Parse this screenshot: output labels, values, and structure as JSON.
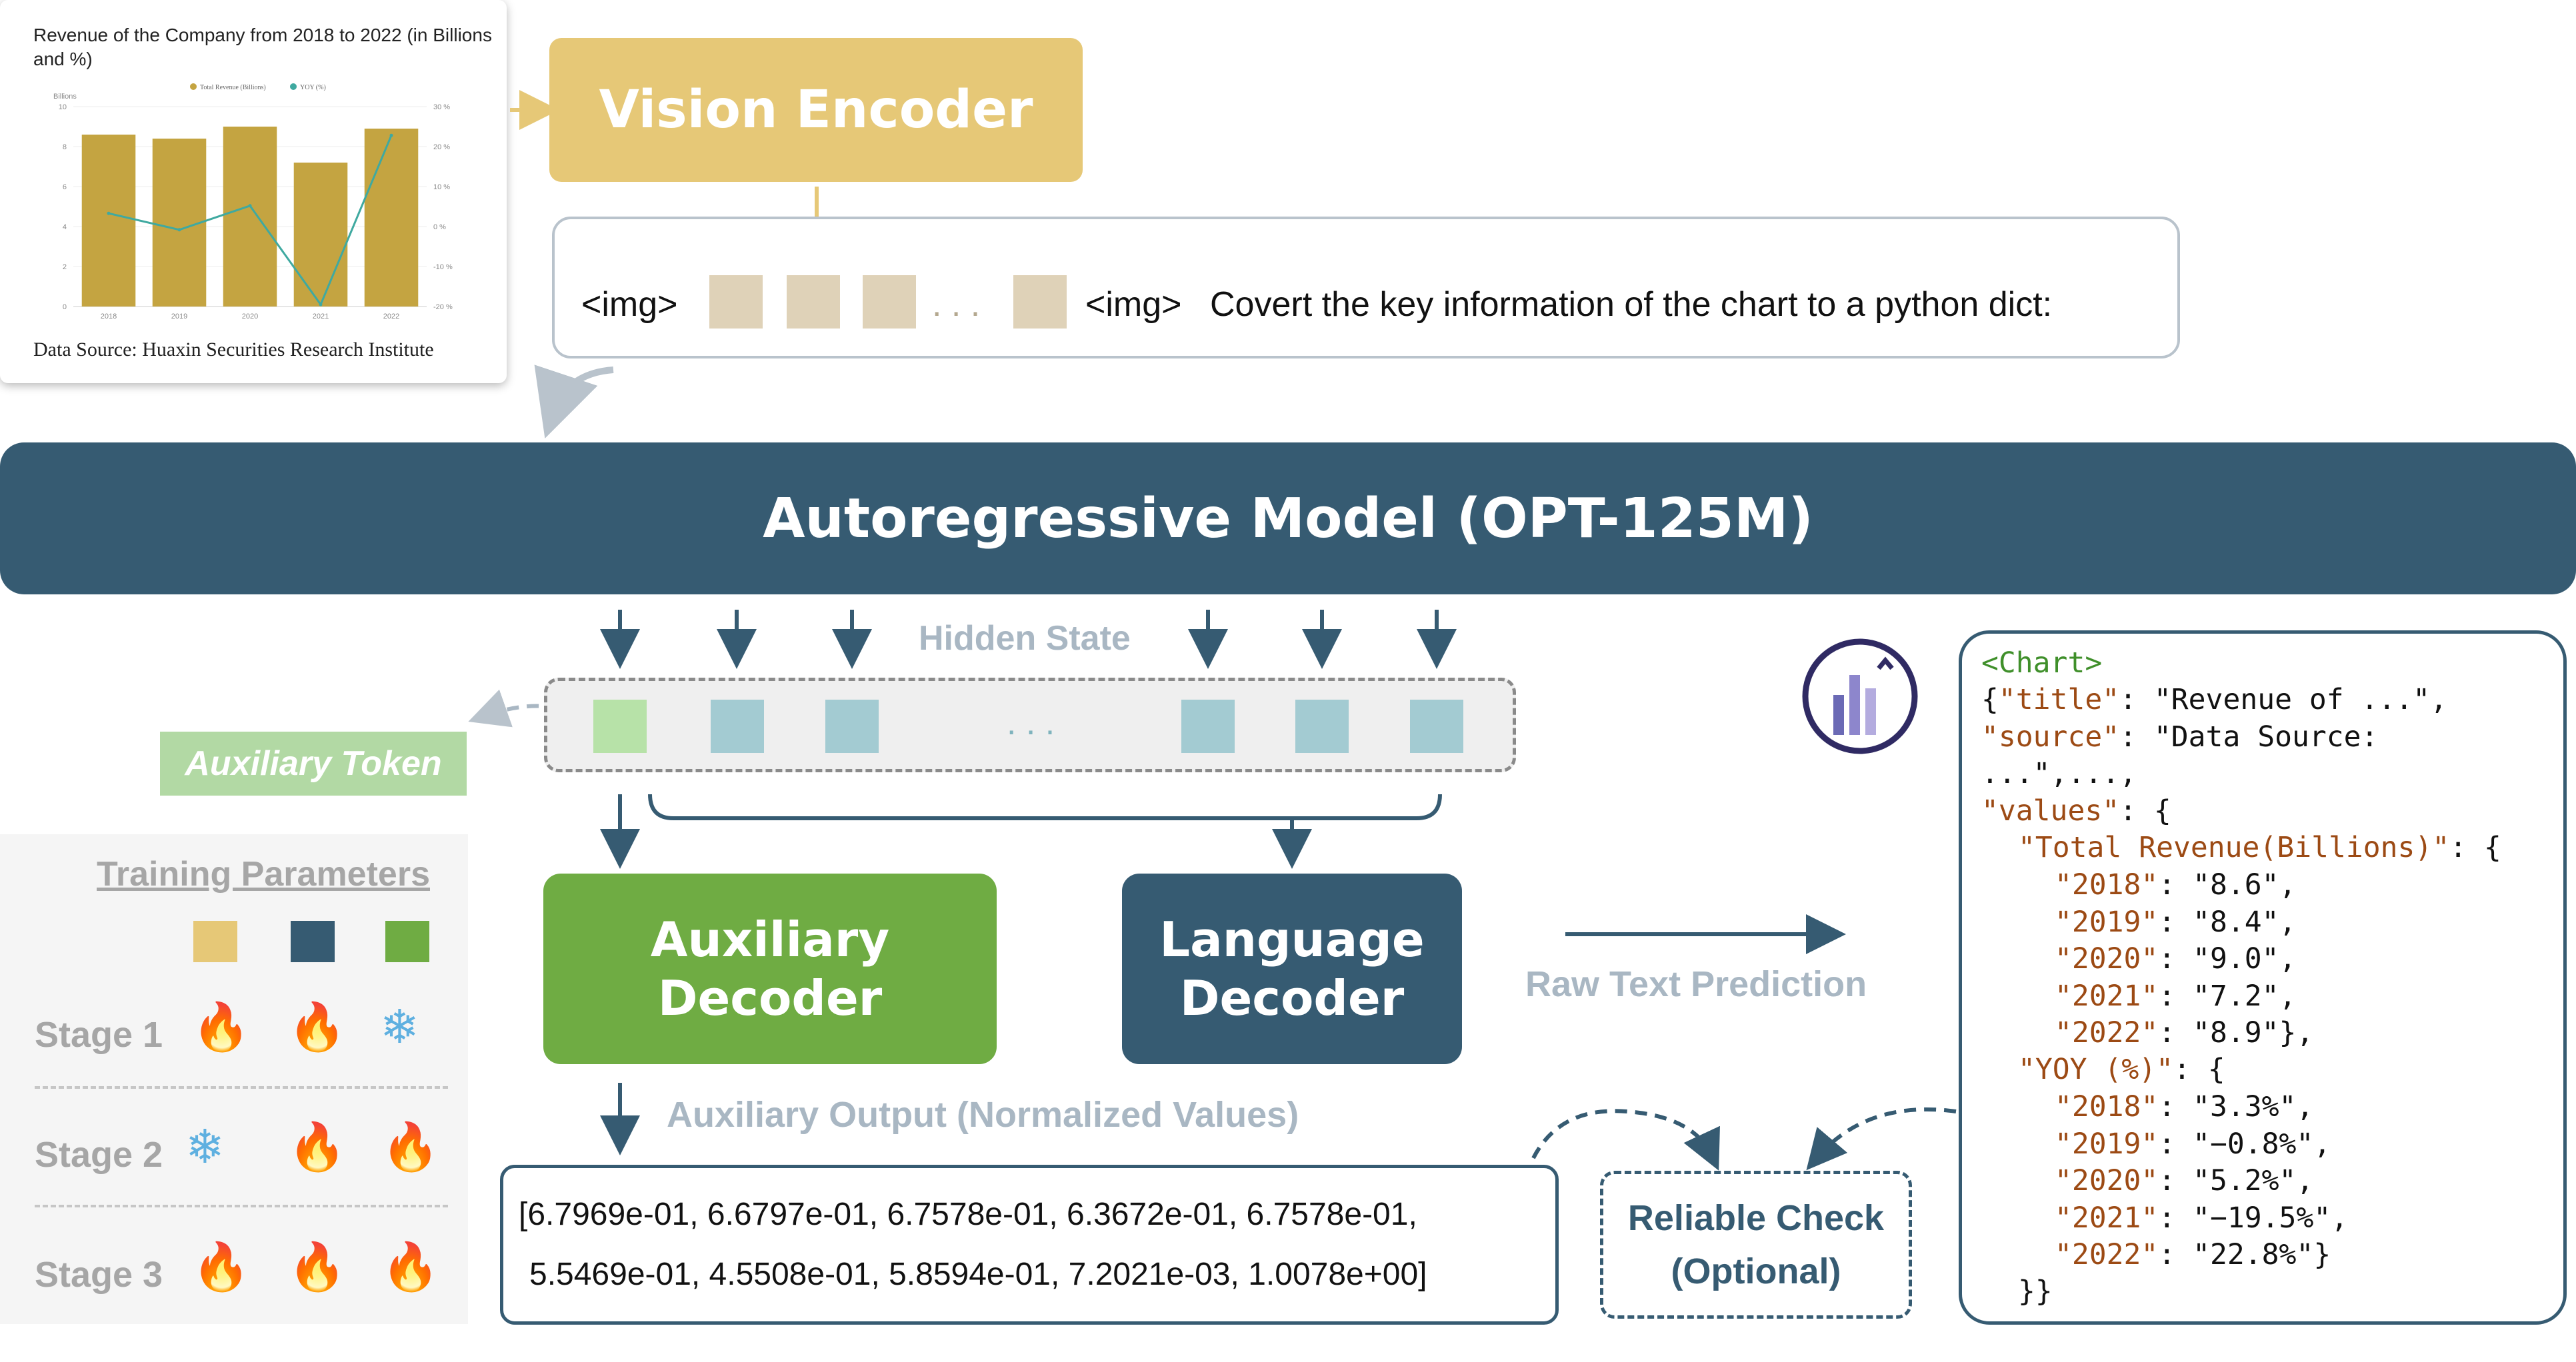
{
  "input_chart": {
    "title": "Revenue of the Company from 2018 to 2022 (in Billions and %)",
    "source": "Data Source: Huaxin Securities Research Institute",
    "unit_label": "Billions",
    "legend": [
      "Total Revenue (Billions)",
      "YOY (%)"
    ],
    "colors": {
      "bar": "#c4a441",
      "line": "#3fa9a0"
    }
  },
  "chart_data": {
    "type": "bar",
    "title": "Revenue of the Company from 2018 to 2022 (in Billions and %)",
    "categories": [
      "2018",
      "2019",
      "2020",
      "2021",
      "2022"
    ],
    "series": [
      {
        "name": "Total Revenue (Billions)",
        "type": "bar",
        "values": [
          8.6,
          8.4,
          9.0,
          7.2,
          8.9
        ]
      },
      {
        "name": "YOY (%)",
        "type": "line",
        "axis": "right",
        "values": [
          3.3,
          -0.8,
          5.2,
          -19.5,
          22.8
        ]
      }
    ],
    "ylim": [
      0,
      10
    ],
    "yticks": [
      "0",
      "2",
      "4",
      "6",
      "8",
      "10"
    ],
    "y2lim": [
      -20,
      30
    ],
    "y2ticks": [
      "-20 %",
      "-10 %",
      "0 %",
      "10 %",
      "20 %",
      "30 %"
    ],
    "legend_position": "top"
  },
  "diagram": {
    "vision_encoder": "Vision Encoder",
    "prompt": {
      "img_open": "<img>",
      "ellipsis": ". . .",
      "img_close": "<img>",
      "instruction": "Covert the key information of the chart to a python dict:"
    },
    "autoregressive_model": "Autoregressive Model (OPT-125M)",
    "hidden_state": "Hidden State",
    "hidden_ellipsis": ". . .",
    "auxiliary_token": "Auxiliary Token",
    "training": {
      "title": "Training Parameters",
      "legend_colors": [
        "#e6c877",
        "#365b72",
        "#6fac43"
      ],
      "stages": [
        {
          "label": "Stage 1",
          "icons": [
            "🔥",
            "🔥",
            "❄"
          ]
        },
        {
          "label": "Stage 2",
          "icons": [
            "❄",
            "🔥",
            "🔥"
          ]
        },
        {
          "label": "Stage 3",
          "icons": [
            "🔥",
            "🔥",
            "🔥"
          ]
        }
      ]
    },
    "auxiliary_decoder": [
      "Auxiliary",
      "Decoder"
    ],
    "language_decoder": [
      "Language",
      "Decoder"
    ],
    "auxiliary_output": "Auxiliary Output (Normalized Values)",
    "raw_text_prediction": "Raw Text Prediction",
    "normalized_values": [
      "[6.7969e-01, 6.6797e-01, 6.7578e-01, 6.3672e-01, 6.7578e-01,",
      "5.5469e-01, 4.5508e-01, 5.8594e-01, 7.2021e-03, 1.0078e+00]"
    ],
    "reliable_check": [
      "Reliable Check",
      "(Optional)"
    ]
  },
  "output_code": {
    "tag": "<Chart>",
    "title_line_key": "\"title\"",
    "title_line_val": ": \"Revenue of ...\",",
    "source_line_key": "\"source\"",
    "source_line_val": ": \"Data Source:",
    "source_cont": "...\",...,",
    "values_key": "\"values\"",
    "values_open": ": {",
    "total_key": "\"Total Revenue(Billions)\"",
    "total_open": ": {",
    "total_entries": [
      {
        "k": "\"2018\"",
        "v": ": \"8.6\","
      },
      {
        "k": "\"2019\"",
        "v": ": \"8.4\","
      },
      {
        "k": "\"2020\"",
        "v": ": \"9.0\","
      },
      {
        "k": "\"2021\"",
        "v": ": \"7.2\","
      },
      {
        "k": "\"2022\"",
        "v": ": \"8.9\"},"
      }
    ],
    "yoy_key": "\"YOY (%)\"",
    "yoy_open": ": {",
    "yoy_entries": [
      {
        "k": "\"2018\"",
        "v": ": \"3.3%\","
      },
      {
        "k": "\"2019\"",
        "v": ": \"−0.8%\","
      },
      {
        "k": "\"2020\"",
        "v": ": \"5.2%\","
      },
      {
        "k": "\"2021\"",
        "v": ": \"−19.5%\","
      },
      {
        "k": "\"2022\"",
        "v": ": \"22.8%\"}"
      }
    ],
    "close": "}}"
  }
}
